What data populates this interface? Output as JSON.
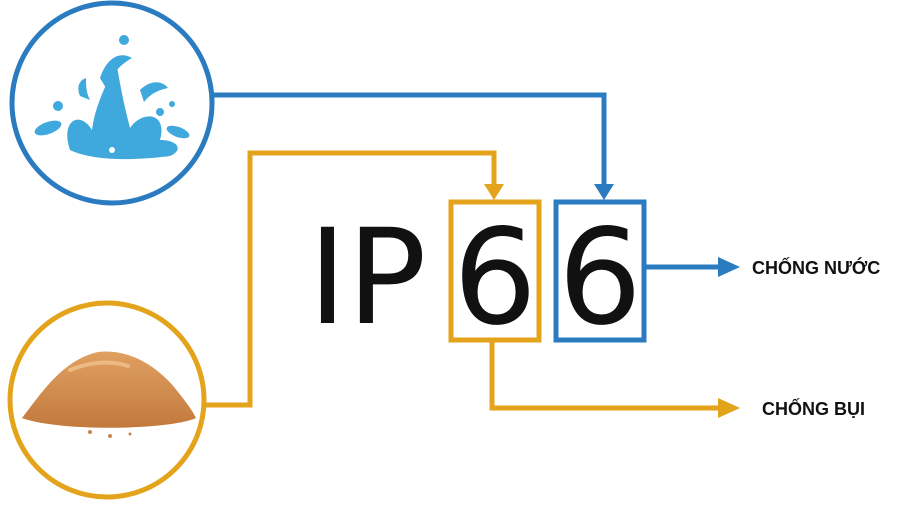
{
  "diagram": {
    "code_letters": "IP",
    "first_digit": "6",
    "second_digit": "6",
    "water_label": "CHỐNG NƯỚC",
    "dust_label": "CHỐNG BỤI"
  },
  "colors": {
    "water": "#2b7bc1",
    "dust": "#e3a31b",
    "text": "#111111",
    "water_icon": "#3fa9dd",
    "dust_icon": "#d08a45"
  },
  "icons": {
    "water": "water-splash-icon",
    "dust": "dust-pile-icon"
  }
}
